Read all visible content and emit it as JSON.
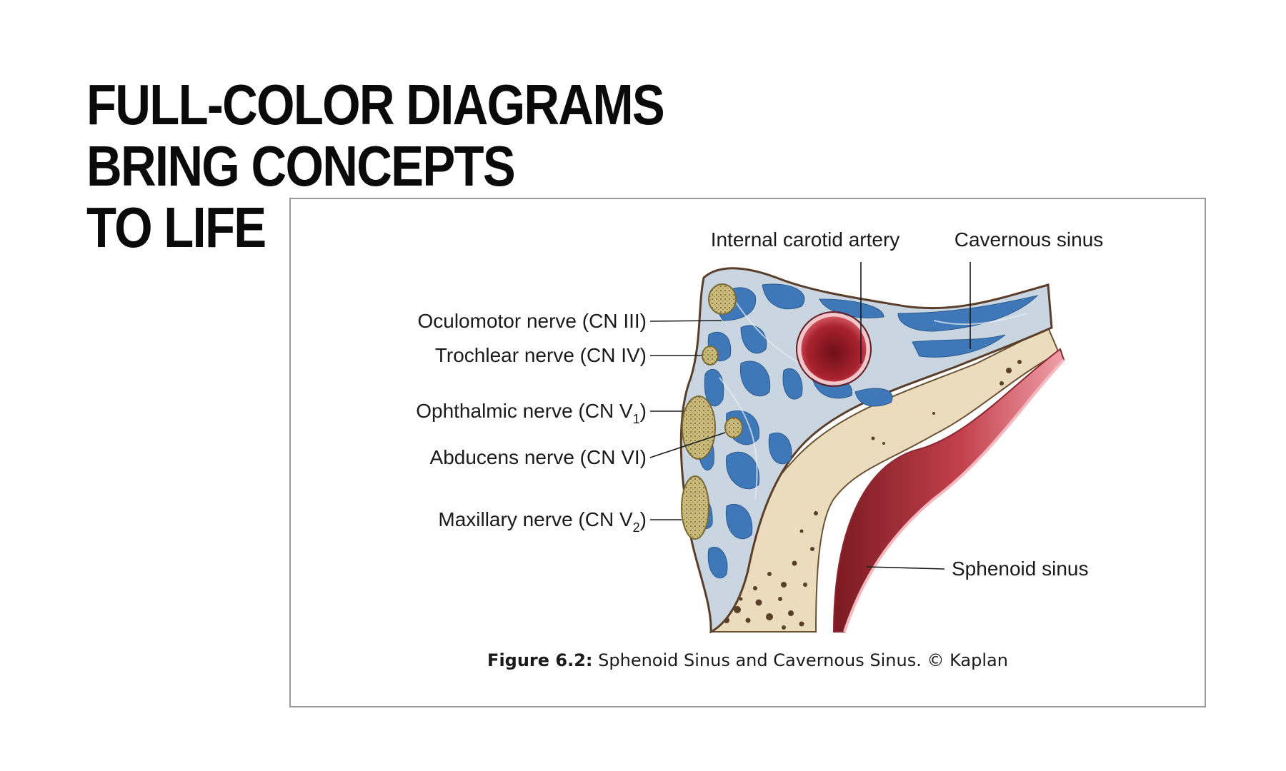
{
  "headline": {
    "line1": "FULL-COLOR DIAGRAMS",
    "line2": "BRING CONCEPTS",
    "line3": "TO LIFE"
  },
  "figure": {
    "labels": {
      "internal_carotid": "Internal carotid artery",
      "cavernous_sinus": "Cavernous sinus",
      "oculomotor": "Oculomotor nerve (CN III)",
      "trochlear": "Trochlear nerve (CN IV)",
      "ophthalmic_prefix": "Ophthalmic nerve (CN V",
      "ophthalmic_sub": "1",
      "ophthalmic_suffix": ")",
      "abducens": "Abducens nerve (CN VI)",
      "maxillary_prefix": "Maxillary nerve (CN V",
      "maxillary_sub": "2",
      "maxillary_suffix": ")",
      "sphenoid_sinus": "Sphenoid sinus"
    },
    "caption": {
      "prefix": "Figure 6.2:",
      "text": " Sphenoid Sinus and Cavernous Sinus. © Kaplan"
    },
    "colors": {
      "sinus_blue": "#3f78b8",
      "membrane": "#c9d5e0",
      "bone": "#ecdcbe",
      "artery": "#b52a35",
      "nerve": "#c9b878",
      "sphenoid": "#c9505c"
    }
  }
}
